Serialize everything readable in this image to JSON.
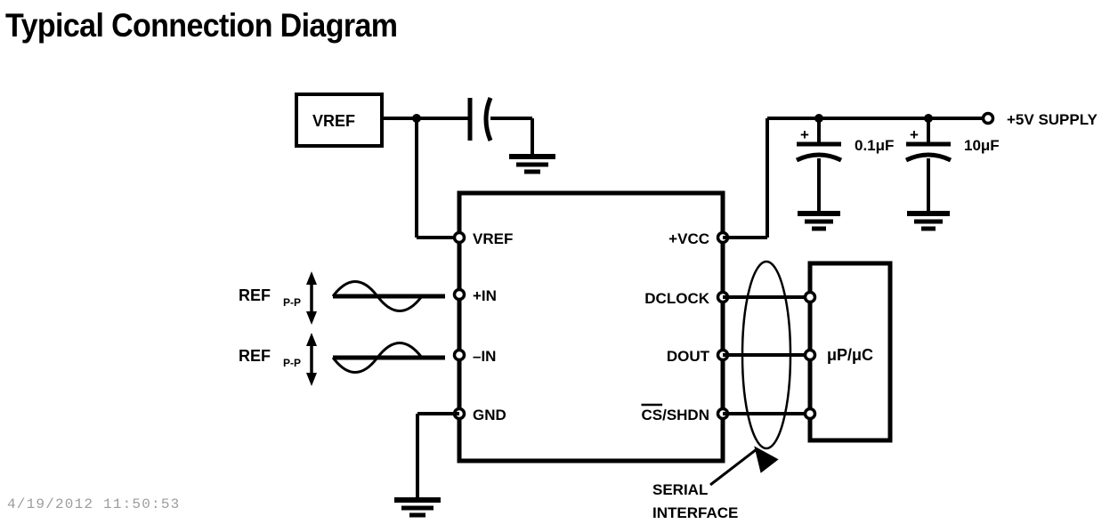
{
  "page": {
    "title": "Typical Connection Diagram",
    "timestamp": "4/19/2012 11:50:53",
    "background": "#ffffff",
    "ink": "#000000",
    "timestamp_color": "#9c9c9c"
  },
  "blocks": {
    "vref_source": {
      "label": "VREF"
    },
    "adc": {
      "pins_left": [
        {
          "name": "VREF",
          "label": "VREF"
        },
        {
          "name": "plus-in",
          "label": "+IN"
        },
        {
          "name": "minus-in",
          "label": "–IN"
        },
        {
          "name": "GND",
          "label": "GND"
        }
      ],
      "pins_right": [
        {
          "name": "vcc",
          "label": "+VCC",
          "overline": ""
        },
        {
          "name": "dclock",
          "label": "DCLOCK",
          "overline": ""
        },
        {
          "name": "dout",
          "label": "DOUT",
          "overline": ""
        },
        {
          "name": "cs-shdn",
          "label": "/SHDN",
          "overline": "CS"
        }
      ]
    },
    "microcontroller": {
      "label": "μP/μC"
    }
  },
  "components": {
    "vref_cap": {
      "type": "polarized-capacitor",
      "value": ""
    },
    "supply_cap_1": {
      "type": "polarized-capacitor",
      "value": "0.1μF",
      "polarity": "+"
    },
    "supply_cap_2": {
      "type": "polarized-capacitor",
      "value": "10μF",
      "polarity": "+"
    }
  },
  "nets": {
    "supply": {
      "label": "+5V SUPPLY",
      "terminal": "open-circle"
    }
  },
  "annotations": {
    "serial_interface": {
      "line1": "SERIAL",
      "line2": "INTERFACE"
    },
    "waveform_top": {
      "label": "REF",
      "subscript": "P-P"
    },
    "waveform_bottom": {
      "label": "REF",
      "subscript": "P-P"
    }
  }
}
